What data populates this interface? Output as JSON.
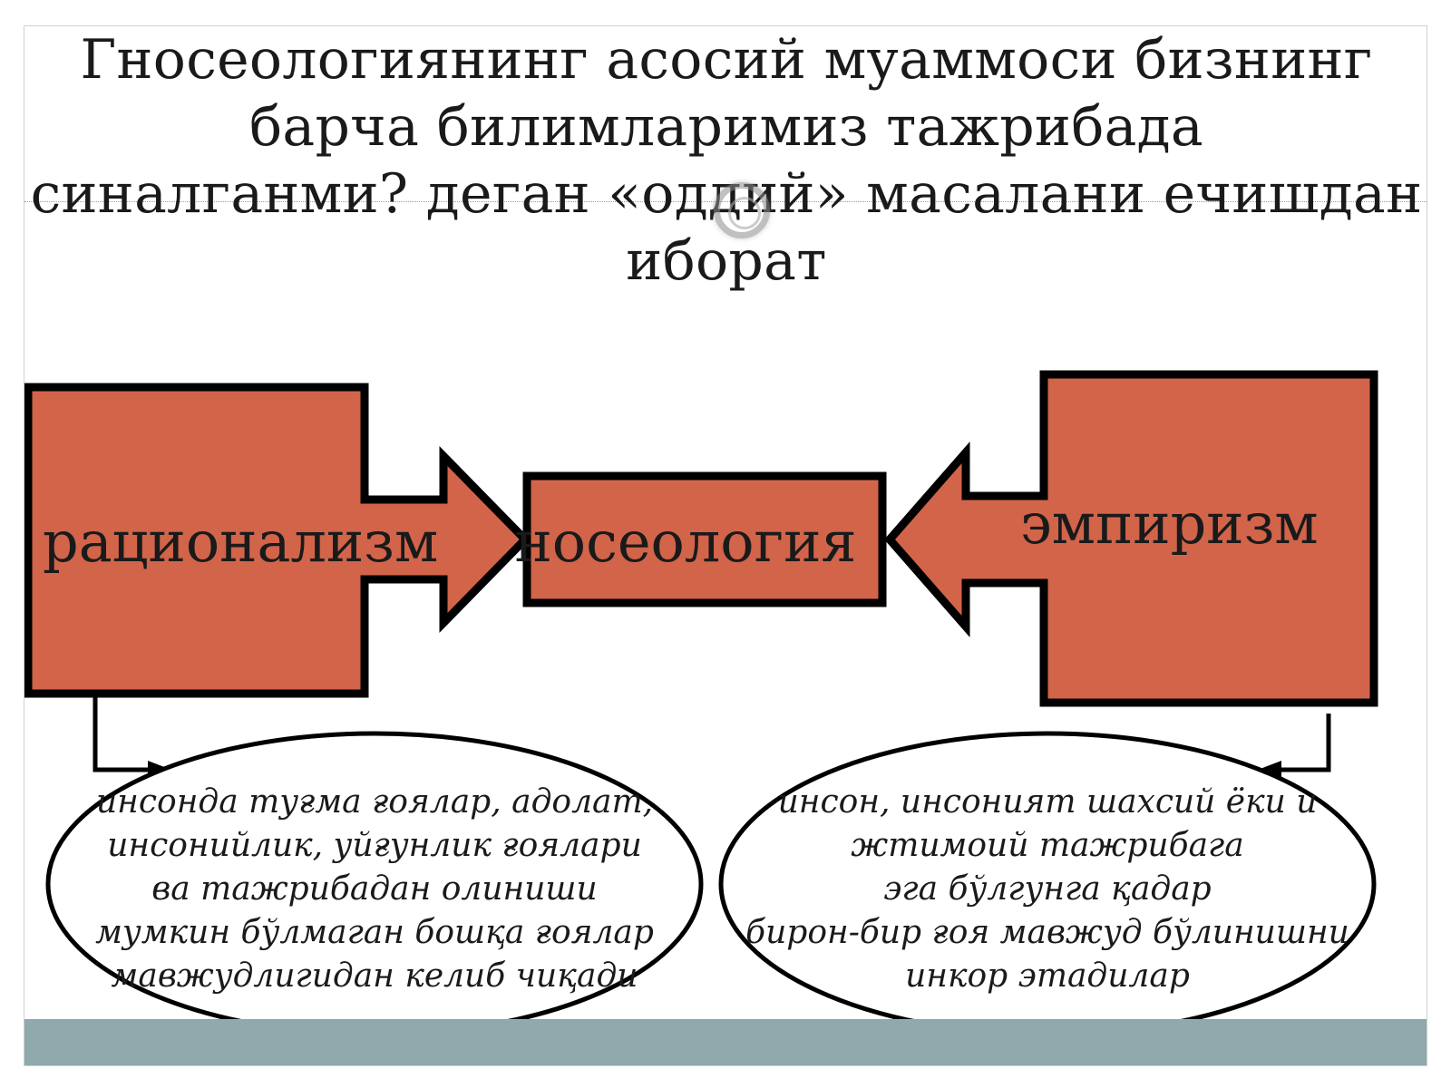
{
  "title": {
    "lines": [
      "Гносеологиянинг асосий муаммоси бизнинг",
      "барча билимларимиз тажрибада",
      "синалганми? деган «оддий» масалани ечишдан",
      "иборат"
    ]
  },
  "diagram": {
    "left_box": {
      "label": "рационализм"
    },
    "center_box": {
      "label": "гносеология"
    },
    "right_box": {
      "label": "эмпиризм"
    },
    "left_ellipse": {
      "lines": [
        "инсонда туғма ғоялар, адолат,",
        "инсонийлик, уйғунлик ғоялари",
        "ва тажрибадан олиниши",
        "мумкин бўлмаган бошқа ғоялар",
        "мавжудлигидан келиб чиқади"
      ]
    },
    "right_ellipse": {
      "lines": [
        "инсон, инсоният шахсий ёки и",
        "жтимоий тажрибага",
        "эга бўлгунга қадар",
        "бирон-бир ғоя мавжуд бўлинишни",
        "инкор этадилар"
      ]
    }
  },
  "colors": {
    "box_fill": "#d2644a",
    "box_stroke": "#000000",
    "footer": "#8fa9ac",
    "text": "#1a1a1a"
  }
}
